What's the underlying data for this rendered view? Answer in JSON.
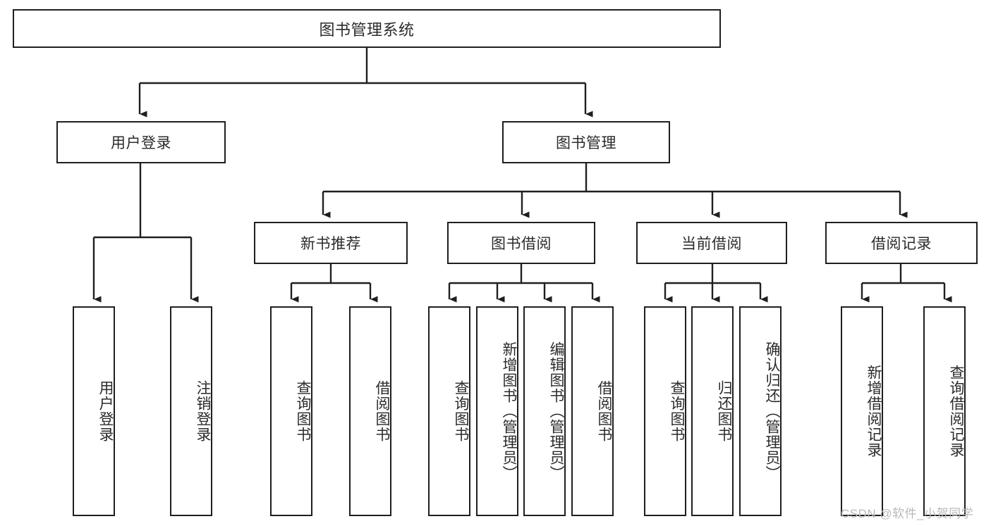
{
  "diagram": {
    "type": "tree",
    "title": "图书管理系统",
    "colors": {
      "box_border": "#1f1f1f",
      "box_fill": "#ffffff",
      "text": "#2b2b2b",
      "edge": "#1f1f1f",
      "background": "#ffffff",
      "watermark": "#b9b9b9"
    },
    "root": {
      "label": "图书管理系统"
    },
    "level2": [
      {
        "label": "用户登录"
      },
      {
        "label": "图书管理"
      }
    ],
    "level3": [
      {
        "label": "新书推荐"
      },
      {
        "label": "图书借阅"
      },
      {
        "label": "当前借阅"
      },
      {
        "label": "借阅记录"
      }
    ],
    "leaves": {
      "user_login": [
        {
          "label": "用户登录"
        },
        {
          "label": "注销登录"
        }
      ],
      "new_book_recommend": [
        {
          "label": "查询图书"
        },
        {
          "label": "借阅图书"
        }
      ],
      "book_borrow": [
        {
          "label": "查询图书"
        },
        {
          "label": "新增图书（管理员）"
        },
        {
          "label": "编辑图书（管理员）"
        },
        {
          "label": "借阅图书"
        }
      ],
      "current_borrow": [
        {
          "label": "查询图书"
        },
        {
          "label": "归还图书"
        },
        {
          "label": "确认归还（管理员）"
        }
      ],
      "borrow_record": [
        {
          "label": "新增借阅记录"
        },
        {
          "label": "查询借阅记录"
        }
      ]
    }
  },
  "watermark": {
    "text": "CSDN @软件_小贺同学"
  }
}
